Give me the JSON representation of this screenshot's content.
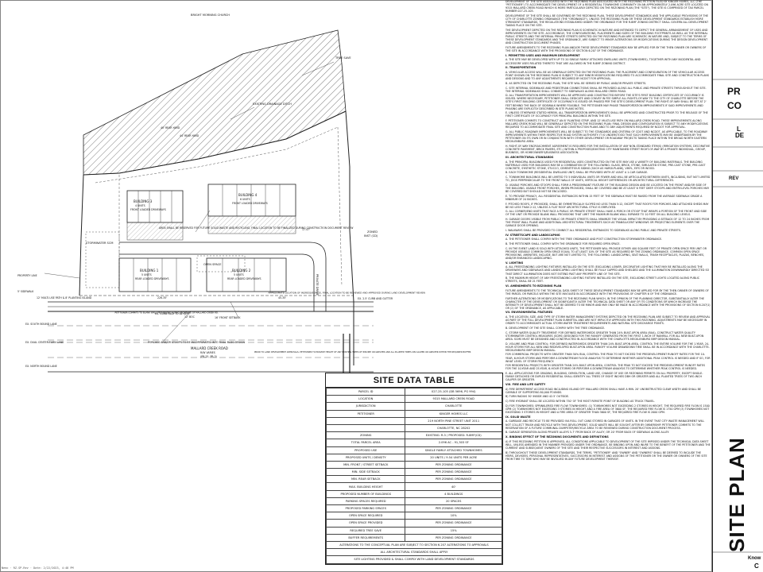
{
  "plan": {
    "buildings": [
      {
        "name": "BUILDING 4",
        "units": "6 UNITS",
        "type": "FRONT LOADED DRIVEWAYS"
      },
      {
        "name": "BUILDING 3",
        "units": "4 UNITS",
        "type": "FRONT LOADED DRIVEWAYS"
      },
      {
        "name": "BUILDING 1",
        "units": "5 UNITS",
        "type": "REAR LOADED DRIVEWAYS"
      },
      {
        "name": "BUILDING 2",
        "units": "5 UNITS",
        "type": "REAR LOADED DRIVEWAYS"
      }
    ],
    "labels": {
      "open_space": "OPEN SPACE",
      "stormwater": "STORMWATER SCM",
      "tree_save": "TREE SAVE",
      "existing_drainage": "EXISTING DRAINAGE DITCH",
      "rear_yard_40": "40' REAR YARD",
      "rear_yard_44": "44' REAR YARD",
      "private_drive": "PRIVATE DRIVE",
      "front_setback": "16' FRONT SETBACK",
      "property_line": "PROPERTY LINE",
      "zoned": "ZONED",
      "zoned_code": "INST (CD)",
      "sidewalk": "5' SIDEWALK",
      "planting_strip": "12' MULTI-USE PATH & 8' PLANTING ISLAND",
      "curb_gutter": "EX. 2.5' CURB AND GUTTER",
      "road_name": "MALLARD CREEK ROAD",
      "road_row": "R/W VARIES",
      "road_zone": "(PR-25, PR-3)",
      "south_lane": "EX. SOUTH BOUND LANE",
      "center_lane": "EX. DUAL CENTER TURN LANE",
      "north_lane": "EX. NORTH BOUND LANE",
      "area_reserved": "AREA SHALL BE RESERVED FOR FUTURE SOLID WASTE AND RECYCLING, FINAL LOCATION TO BE FINALIZED DURING CONSTRUCTION DOCUMENT REVIEW",
      "church": "BRIGHT MORNING CHURCH",
      "landscape_note": "PRIOR TO LAND DEVELOPMENT APPROVALS, PETITIONER TO PROVIDE HEIGHT OF ANY EXISTING TREES OF 8IN DBH OR GREATER AND ALL PLANTED TREES 2IN CALIPER OR GREATER WITHIN THE REQUIRED BUFFER",
      "porches": "PORCHES AND/OR STOOPS TO BE INCORPORATED INTO FINAL BLDG DESIGN",
      "approximate_access": "APPROXIMATE LOCATION OF INGRESS/EGRESS, FINAL LOCATION TO BE REVIEWED AND APPROVED DURING LAND DEVELOPMENT REVIEW",
      "screen_wall": "PETITIONER COMMITS TO BLANK WALL PROVISIONS ALONG FRONTAGE OF MALLARD CREEK RD.",
      "dim_1": "226.35'",
      "dim_2": "45.35'",
      "dim_3": "17.47'",
      "curb_dim": "EX. CURB FACE TO BE KEPT",
      "new_curb": "12' BOC"
    }
  },
  "site_data_table": {
    "title": "SITE DATA TABLE",
    "rows": [
      [
        "PARCEL ID",
        "027-25-105 (DB 5696, PG 994)"
      ],
      [
        "LOCATION",
        "9315 MALLARD CREEK ROAD"
      ],
      [
        "JURISDICTION",
        "CHARLOTTE"
      ],
      [
        "PETITIONER",
        "KINGER HOMES LLC"
      ],
      [
        "",
        "219 NORTH PINE STREET UNIT 2011"
      ],
      [
        "",
        "CHARLOTTE, NC 28202"
      ],
      [
        "ZONING",
        "EXISTING: R-3 / PROPOSED: R-8MF(CD)"
      ],
      [
        "TOTAL PARCEL AREA",
        "2.096 AC - 91,303 SF"
      ],
      [
        "PROPOSED USE",
        "SINGLE FAMILY ATTACHED TOWNHOMES"
      ],
      [
        "PROPOSED UNITS / DENSITY",
        "20 UNITS / 9.54 UNITS PER ACRE"
      ],
      [
        "MIN. FRONT / STREET SETBACK",
        "PER ZONING ORDINANCE"
      ],
      [
        "MIN. SIDE SETBACK",
        "PER ZONING ORDINANCE"
      ],
      [
        "MIN. REAR SETBACK",
        "PER ZONING ORDINANCE"
      ],
      [
        "MAX. BUILDING HEIGHT",
        "40'"
      ],
      [
        "PROPOSED NUMBER OF BUILDINGS",
        "4 BUILDINGS"
      ],
      [
        "PARKING SPACES REQUIRED",
        "20 SPACES"
      ],
      [
        "PROPOSED PARKING SPACES",
        "PER ZONING ORDINANCE"
      ],
      [
        "OPEN SPACE REQUIRED",
        "10%"
      ],
      [
        "OPEN SPACE PROVIDED",
        "PER ZONING ORDINANCE"
      ],
      [
        "REQUIRED TREE SAVE",
        "15%"
      ],
      [
        "BUFFER REQUIREMENTS",
        "PER ZONING ORDINANCE"
      ]
    ],
    "footer": [
      "ALTERATIONS TO THE CONCEPTUAL PLAN ARE SUBJECT TO SECTION 6.207 ALTERATIONS TO APPROVALS",
      "ALL ARCHITECTURAL STANDARDS SHALL APPLY",
      "SITE LIGHTING PROVIDED & SHALL COMPLY WITH LAND DEVELOPMENT STANDARDS"
    ]
  },
  "notes": {
    "intro": "DEVELOPMENT OF THE SITE ASSOCIATED WITH THE REZONING PLAN ASSOCIATED WITH THE REZONING PETITION FILED BY KINGER HOMES, LLC (THE \"PETITIONER\") TO ACCOMMODATE THE DEVELOPMENT OF A RESIDENTIAL TOWNHOME COMMUNITY ON AN APPROXIMATELY 2.096 ACRE SITE LOCATED ON 9315 MALLARD CREEK ROAD WHICH IS MORE PARTICULARLY DEPICTED ON THE REZONING PLAN (THE \"SITE\"). THE SITE IS COMPRISED OF TAX PARCEL NUMBER 027-25-105.",
    "sections": [
      {
        "head": "",
        "text": "DEVELOPMENT OF THE SITE SHALL BE GOVERNED BY THE REZONING PLAN, THESE DEVELOPMENT STANDARDS AND THE APPLICABLE PROVISIONS OF THE CITY OF CHARLOTTE ZONING ORDINANCE (THE \"ORDINANCE\"). UNLESS THE REZONING PLAN OR THESE DEVELOPMENT STANDARDS ESTABLISH MORE STRINGENT STANDARDS, THE REGULATIONS ESTABLISHED UNDER THE ORDINANCE FOR THE R-8MF ZONING DISTRICT SHALL GOVERN ALL DEVELOPMENT TAKING PLACE ON THE SITE."
      },
      {
        "head": "",
        "text": "THE DEVELOPMENT DEPICTED ON THE REZONING PLAN IS SCHEMATIC IN NATURE AND INTENDED TO DEPICT THE GENERAL ARRANGEMENT OF USES AND IMPROVEMENTS ON THE SITE. ACCORDINGLY, THE CONFIGURATIONS, PLACEMENTS AND SIZES OF THE BUILDING FOOTPRINTS AS WELL AS THE INTERNAL PUBLIC STREETS AND THE INTERNAL PRIVATE STREETS DEPICTED ON THE REZONING PLAN ARE SCHEMATIC IN NATURE AND, SUBJECT TO THE TERMS OF THESE DEVELOPMENT STANDARDS AND THE ORDINANCE, ARE SUBJECT TO MINOR ALTERATIONS OR MODIFICATIONS DURING THE DESIGN DEVELOPMENT AND CONSTRUCTION DOCUMENT PHASES."
      },
      {
        "head": "",
        "text": "FUTURE AMENDMENTS TO THE REZONING PLAN AND/OR THESE DEVELOPMENT STANDARDS MAY BE APPLIED FOR BY THE THEN OWNER OR OWNERS OF THE SITE IN ACCORDANCE WITH THE PROVISIONS OF SECTION 6.207 OF THE ORDINANCE."
      },
      {
        "head": "I. PERMITTED USES AND MAXIMUM DEVELOPMENT",
        "text": "A. THE SITE MAY BE DEVELOPED WITH UP TO 20 SINGLE FAMILY ATTACHED DWELLING UNITS (TOWNHOMES), TOGETHER WITH ANY INCIDENTAL AND ACCESSORY USES RELATED THERETO THAT ARE ALLOWED IN THE R-8MF ZONING DISTRICT."
      },
      {
        "head": "II. TRANSPORTATION",
        "text": "A. VEHICULAR ACCESS WILL BE AS GENERALLY DEPICTED ON THE REZONING PLAN. THE PLACEMENT AND CONFIGURATION OF THE VEHICULAR ACCESS POINT SHOWN ON THE REZONING PLAN IS SUBJECT TO ANY MINOR MODIFICATIONS REQUIRED TO ACCOMMODATE FINAL SITE AND CONSTRUCTION PLANS AND DESIGNS AND TO ANY ADJUSTMENTS REQUIRED BY NCDOT FOR APPROVAL."
      },
      {
        "head": "",
        "text": "B. AS DEPICTED ON THE REZONING PLAN, THE SITE WILL BE SERVED BY PUBLIC AND/OR PRIVATE STREETS."
      },
      {
        "head": "",
        "text": "C. SITE INTERNAL SIDEWALKS AND PEDESTRIAN CONNECTIONS SHALL BE PROVIDED ALONG ALL PUBLIC AND PRIVATE STREETS THROUGHOUT THE SITE. THE INTERNAL SIDEWALKS SHALL CONNECT TO SIDEWALKS ALONG MALLARD CREEK ROAD."
      },
      {
        "head": "",
        "text": "D. ALL TRANSPORTATION IMPROVEMENTS WILL BE APPROVED AND CONSTRUCTED BEFORE THE SITE'S FIRST BUILDING CERTIFICATE OF OCCUPANCY IS ISSUED. WHERE NECESSARY, PETITIONER SHALL DEDICATE AND CONVEY IN FEE SIMPLE ALL RIGHTS-OF-WAY TO THE CITY OF CHARLOTTE BEFORE THE SITE'S FIRST BUILDING CERTIFICATE OF OCCUPANCY IS ISSUED OR PHASED PER THE SITE'S DEVELOPMENT PLAN. THE RIGHT-OF-WAY SHALL BE SET AT 2' FEET BEHIND THE BACK OF SIDEWALK WHERE FEASIBLE. THE PETITIONER MAY PHASE TRANSPORTATION IMPROVEMENTS IF SAID IMPROVEMENTS AND PHASING ARE EXPLICITLY DESCRIBED IN SITE PLANS NOTES."
      },
      {
        "head": "",
        "text": "E. UNLESS OTHERWISE STATED HEREIN, ALL TRANSPORTATION IMPROVEMENTS SHALL BE APPROVED AND CONSTRUCTED PRIOR TO THE RELEASE OF THE FIRST CERTIFICATE OF OCCUPANCY FOR PRINCIPAL BUILDINGS WITHIN THE SITE."
      },
      {
        "head": "",
        "text": "F. PETITIONER COMMITS TO CONSTRUCT AN 8' PLANTING STRIP, AND 12' MULTI-USE PATH ON MALLARD CREEK ROAD. THESE IMPROVEMENTS ALONG MALLARD CREEK ROAD WILL BE GENERALLY DEPICTED ON THE REZONING PLAN; FINAL DESIGN AND CONFIGURATION IS SUBJECT TO ANY MODIFICATIONS REQUIRED TO ACCOMMODATE FINAL SITE AND CONSTRUCTION PLANS AND TO ANY ADJUSTMENTS REQUIRED BY NCDOT FOR APPROVAL."
      },
      {
        "head": "",
        "text": "G. ALL PUBLIC ROADWAY IMPROVEMENTS WILL BE SUBJECT TO THE STANDARDS AND CRITERIA OF CDOT AND NCDOT, AS APPLICABLE, TO THE ROADWAY IMPROVEMENTS WITHIN THEIR RESPECTIVE ROAD SYSTEM AUTHORITY. IT IS UNDERSTOOD THAT SUCH IMPROVEMENTS MAY BE UNDERTAKEN BY THE PETITIONER ON ITS OWN OR IN CONJUNCTION WITH OTHER DEVELOPMENT OR ROADWAY PROJECTS TAKING PLACE WITHIN THE BROAD NORTH EASTERN MECKLENBURG AREA."
      },
      {
        "head": "",
        "text": "H. RIGHT-OF-WAY ENCROACHMENT AGREEMENT IS REQUIRED FOR THE INSTALLATION OF ANY NON-STANDARD ITEM(S) (IRRIGATION SYSTEMS, DECORATIVE CONCRETE PAVEMENT, BRICK PAVERS, ETC.) WITHIN A PROPOSED/EXISTING CITY MAINTAINED STREET RIGHT-OF-WAY BY A PRIVATE INDIVIDUAL, GROUP, BUSINESS, OR HOMEOWNER'S/BUSINESS ASSOCIATION."
      },
      {
        "head": "III. ARCHITECTURAL STANDARDS",
        "text": "A. THE PRINCIPAL BUILDINGS USED FOR RESIDENTIAL USES CONSTRUCTED ON THE SITE MAY USE A VARIETY OF BUILDING MATERIALS. THE BUILDING MATERIALS USED FOR BUILDINGS MAY BE A COMBINATION OF THE FOLLOWING: GLASS, BRICK, STONE, SIMULATED STONE, PRE-CAST STONE, PRE-CAST CONCRETE, SYNTHETIC STONE, STUCCO, CEMENTITIOUS SIDING (SUCH AS HARDI-PLANK), VINYL, EIFS OR WOOD."
      },
      {
        "head": "",
        "text": "B. EACH TOWNHOME (RESIDENTIAL DWELLING UNIT) SHALL BE PROVIDED WITH AT LEAST A 1-CAR GARAGE."
      },
      {
        "head": "",
        "text": "C. TOWNHOME BUILDINGS WILL BE LIMITED TO 5 INDIVIDUAL UNITS OR FEWER AND WILL BE ARTICULATED BETWEEN UNITS, INCLUDING, BUT NOT LIMITED TO, JOGS PERPENDICULAR TO THE FRONT WALLS OF UNITS, VERTICAL HEIGHT DIFFERENCES OR ARCHITECTURAL DIFFERENCES."
      },
      {
        "head": "",
        "text": "D. USABLE PORCHES AND STOOPS SHALL FORM A PREDOMINANT FEATURE OF THE BUILDING DESIGN AND BE LOCATED ON THE FRONT AND/OR SIDE OF THE BUILDING. USABLE FRONT PORCHES, WHEN PROVIDED, SHALL BE COVERED AND BE AT LEAST 6 FEET DEEP. STOOPS AND ENTRY-LEVEL PORCHES MAY BE COVERED BUT SHOULD NOT BE ENCLOSED."
      },
      {
        "head": "",
        "text": "E. TO PROVIDE PRIVACY, ALL RESIDENTIAL ENTRANCES WITHIN 15 FEET OF THE SIDEWALK MUST BE RAISED FROM THE AVERAGE SIDEWALK GRADE A MINIMUM OF 24 INCHES."
      },
      {
        "head": "",
        "text": "F. PITCHED ROOFS, IF PROVIDED, SHALL BE SYMMETRICALLY SLOPED NO LESS THAN 5:12, EXCEPT THAT ROOFS FOR PORCHES AND ATTACHED SHEDS MAY BE NO LESS THAN 2:12, UNLESS A FLAT ROOF ARCHITECTURAL STYLE IS EMPLOYED."
      },
      {
        "head": "",
        "text": "G. ALL CORNER/END UNITS THAT FACE A PUBLIC OR PRIVATE STREET SHALL HAVE A PORCH OR STOOP THAT WRAPS A PORTION OF THE FRONT AND SIDE OF THE UNIT OR PROVIDE BLANK WALL PROVISIONS THAT LIMIT THE MAXIMUM BLANK WALL EXPANSE TO 10 FEET ON ALL BUILDING LEVELS."
      },
      {
        "head": "",
        "text": "H. GARAGE DOORS VISIBLE FROM PUBLIC OR PRIVATE STREETS SHALL MINIMIZE THE VISUAL IMPACT BY PROVIDING A SETBACK OF 12 TO 24 INCHES FROM THE FRONT WALL PLANE AND ADDITIONAL ARCHITECTURAL TREATMENTS SUCH AS TRANSLUCENT WINDOWS OR PROJECTING ELEMENTS OVER THE GARAGE DOOR OPENING."
      },
      {
        "head": "",
        "text": "I. WALKWAYS SHALL BE PROVIDED TO CONNECT ALL RESIDENTIAL ENTRANCES TO SIDEWALKS ALONG PUBLIC AND PRIVATE STREETS."
      },
      {
        "head": "IV. STREETSCAPE AND LANDSCAPING",
        "text": "A. THE PETITIONER SHALL COMPLY WITH THE TREE ORDINANCE AND POST CONSTRUCTION STORMWATER ORDINANCE."
      },
      {
        "head": "",
        "text": "B. THE PETITIONER SHALL COMPLY WITH THE ORDINANCE FOR REQUIRED OPEN SPACE."
      },
      {
        "head": "",
        "text": "C. IN THE EVENT LAND IS SOLD WITH ATTACHED UNITS, THE PETITIONER WILL PROVIDE EITHER 400 SQUARE FEET OF PRIVATE OPEN SPACE PER UNIT OR PROVIDE USEABLE COMMON OPEN SPACE EQUAL TO AT LEAST 10% OF THE SITE AS REQUIRED BY THE ZONING ORDINANCE. COMMON OPEN SPACE PROVISIONS, AMENITIES, INCLUDE, BUT ARE NOT LIMITED TO, THE FOLLOWING: LANDSCAPING, SEAT WALLS, TRASH RECEPTACLES, PLAZAS, BENCHES, AND/OR ENHANCED LANDSCAPING."
      },
      {
        "head": "V. LIGHTING",
        "text": "A. ALL FREESTANDING LIGHTING FIXTURES INSTALLED ON THE SITE (EXCLUDING LOWER, DECORATIVE LIGHTING THAT MAY BE INSTALLED ALONG THE DRIVEWAYS AND SIDEWALKS AND LANDSCAPING LIGHTING) SHALL BE FULLY CAPPED AND SHIELDED AND THE ILLUMINATION DOWNWARDLY DIRECTED SO THAT DIRECT ILLUMINATION DOES NOT EXTEND PAST ANY PROPERTY LINE OF THE SITE."
      },
      {
        "head": "",
        "text": "B. THE MAXIMUM HEIGHT OF ANY FREESTANDING LIGHTING FIXTURE INSTALLED ON THE SITE, EXCLUDING STREET LIGHTS LOCATED ALONG PUBLIC STREETS, SHALL BE 21 FEET."
      },
      {
        "head": "VI. AMENDMENTS TO REZONING PLAN",
        "text": "FUTURE AMENDMENTS TO THE TECHNICAL DATA SHEET OF THESE DEVELOPMENT STANDARDS MAY BE APPLIED FOR BY THE THEN OWNER OF OWNERS OF THE PARCEL OR PARCELS WITHIN THE SITE INVOLVED IN ACCORDANCE WITH THE PROVISIONS OF CHAPTER 6 OF THE ORDINANCE."
      },
      {
        "head": "",
        "text": "FURTHER ALTERATIONS OR MODIFICATIONS TO THE REZONING PLAN WHICH, IN THE OPINION OF THE PLANNING DIRECTOR, SUBSTANTIALLY ALTER THE CHARACTER OF THE DEVELOPMENT OR SIGNIFICANTLY ALTER THE TECHNICAL DATA SHEET OR ANY OF ITS CONDITIONS OR WHICH INCREASE THE INTENSITY OF DEVELOPMENT SHALL NOT BE DEEMED TO BE MINOR AND MAY ONLY BE MADE IN ACCORDANCE WITH THE PROVISIONS OF SECTION 6.207(1) OR (2) OF THE ORDINANCE, AS APPLICABLE."
      },
      {
        "head": "VII. ENVIRONMENTAL FEATURES",
        "text": "A. THE LOCATION, SIZE, AND TYPE OF STORM WATER MANAGEMENT SYSTEMS DEPICTED ON THE REZONING PLAN ARE SUBJECT TO REVIEW AND APPROVAL AS PART OF THE FULL DEVELOPMENT PLAN SUBMITTAL AND ARE NOT IMPLICITLY APPROVED WITH THIS REZONING. ADJUSTMENTS MAY BE NECESSARY IN ORDER TO ACCOMMODATE ACTUAL STORM WATER TREATMENT REQUIREMENTS AND NATURAL SITE DISCHARGE POINTS."
      },
      {
        "head": "",
        "text": "B. DEVELOPMENT OF THE SITE SHALL COMPLY WITH THE TREE ORDINANCE."
      },
      {
        "head": "",
        "text": "C. STORM WATER QUALITY TREATMENT: FOR DEFINED WATERSHEDS GREATER THAN 24% BUILT-UPON AREA (BUA), CONSTRUCT WATER QUALITY STORMWATER CONTROL MEASURES (SCMS) DESIGNED FOR THE RUNOFF GENERATED FROM THE FIRST 1-INCH OF RAINFALL FOR ALL NEW BUILT-UPON AREA. SCMS MUST BE DESIGNED AND CONSTRUCTED IN ACCORDANCE WITH THE CHARLOTTE-MECKLENBURG BMP DESIGN MANUAL."
      },
      {
        "head": "",
        "text": "D. VOLUME AND PEAK CONTROL: FOR DEFINED WATERSHEDS GREATER THAN 24% BUILT-UPON AREA, CONTROL THE ENTIRE VOLUME FOR THE 1-YEAR, 24-HOUR STORM FOR ALL NEW AND REDEVELOPED BUILT-UPON AREA. RUNOFF VOLUME DRAWDOWN TIME SHALL BE IN ACCORDANCE WITH THE CHARLOTTE-MECKLENBURG BMP DESIGN MANUAL."
      },
      {
        "head": "",
        "text": "FOR COMMERCIAL PROJECTS WITH GREATER THAN 50% BUA, CONTROL THE PEAK TO NOT EXCEED THE PREDEVELOPMENT RUNOFF RATES FOR THE 10-YEAR, 6-HOUR STORM AND PERFORM A DOWNSTREAM FLOOD ANALYSIS TO DETERMINE WHETHER ADDITIONAL PEAK CONTROL IS NEEDED AND IF SO, FOR WHAT LEVEL OF STORM FREQUENCY."
      },
      {
        "head": "",
        "text": "FOR RESIDENTIAL PROJECTS WITH GREATER THAN 24% BUILT-UPON AREA, CONTROL THE PEAK TO NOT EXCEED THE PREDEVELOPMENT RUNOFF RATES FOR THE 10-YEAR AND 25-YEAR, 6-HOUR STORMS OR PERFORM A DOWNSTREAM ANALYSIS TO DETERMINE WHETHER PEAK CONTROL IS NEEDED."
      },
      {
        "head": "",
        "text": "E. ALL APPLICATIONS FOR GRADING, BUILDING, DEMOLITION, LAND USE, CHANGE OF USE OR REZONING PERMITS ON ALL PROPERTY, EXCEPT SINGLE-FAMILY DETACHED OR DUPLEX RESIDENTIAL SHALL IDENTIFY ALL TREES OF EIGHT INCHES DBH OR GREATER AND ALL PLANTED TREES OF TWO-INCH CALIPER OR GREATER."
      },
      {
        "head": "VIII. FIRE AND LIFE SAFETY",
        "text": "A) FIRE DEPARTMENT ACCESS ROAD INCLUDING ISLAND OFF MALLARD CREEK SHALL HAVE A MIN. 20' UNOBSTRUCTED CLEAR WIDTH AND SHALL BE CAPABLE OF SUPPORTING 80,000 POUNDS."
      },
      {
        "head": "",
        "text": "B) TURN RADIUS 30' INSIDE AND 42.5' OUTSIDE."
      },
      {
        "head": "",
        "text": "C) FIRE HYDRANT SHALL BE LOCATED WITHIN 750' OF THE MOST REMOTE POINT OF BUILDING AS TRUCK TRAVEL."
      },
      {
        "head": "",
        "text": "D) FOR TOWNHOMES: SPRINKLERED FIRE FLOW TOWNHOMES: (1) TOWNHOMES NOT EXCEEDING 2 STORIES IN HEIGHT, THE REQUIRED FIRE FLOW IS 1500 GPM (2) TOWNHOMES NOT EXCEEDING 3 STORIES IN HEIGHT AND A FIRE AREA OF 3600 SF, THE REQUIRED FIRE FLOW IS 1750 GPM (3) TOWNHOMES NOT EXCEEDING 3 STORIES IN HEIGHT AND A FIRE AREA OF GREATER THAN 3600 SF, THE REQUIRED FIRE FLOW IS 2000 GPM."
      },
      {
        "head": "IX. SOLID WASTE",
        "text": "A. GARBAGE AND RECYCLE TO BE PROVIDED VIA ROLL OUT CANS STORED IN GARAGES OF UNITS. IN THE EVENT THAT CITY WASTE MANAGEMENT WILL NOT COLLECT TRASH AND RECYCLE WITH THIS DEVELOPMENT, SOLID WASTE WILL BE SOUGHT AFTER BY OWNERSHIP. PETITIONER COMMITS TO THE RESERVATION OF A FUTURE COMMUNAL DUMPSTER/RECYCLE AREA TO BE REVIEWED DURING CONSTRUCTION DOCUMENT PROCESS."
      },
      {
        "head": "",
        "text": "B. GARAGE SEPARATION ALONG PRIVATE ALLEYS 5-7' FROM BACK OF ALLEY, OR 20' FROM BACK OF SIDEWALK ALONG ALLEY."
      },
      {
        "head": "X. BINDING EFFECT OF THE REZONING DOCUMENTS AND DEFINITIONS",
        "text": "A) IF THIS REZONING PETITION IS APPROVED, ALL CONDITIONS APPLICABLE TO DEVELOPMENT OF THE SITE IMPOSED UNDER THE TECHNICAL DATA SHEET WILL, UNLESS AMENDED IN THE MANNER PROVIDED UNDER THE ORDINANCE, BE BINDING UPON AND INURE TO THE BENEFIT OF THE PETITIONER AND THE CURRENT AND SUBSEQUENT OWNERS OF THE SITE AND THEIR RESPECTIVE SUCCESSORS IN INTEREST AND ASSIGNS."
      },
      {
        "head": "",
        "text": "B) THROUGHOUT THESE DEVELOPMENT STANDARDS, THE TERMS, \"PETITIONER\" AND \"OWNER\" AND \"OWNERS\" SHALL BE DEEMED TO INCLUDE THE HEIRS, DEVISEES, PERSONAL REPRESENTATIVES, SUCCESSORS IN INTEREST AND ASSIGNS OF THE PETITIONER OR THE OWNER OR OWNERS OF THE SITE FROM TIME TO TIME WHO MAY BE INVOLVED IN ANY FUTURE DEVELOPMENT THEREOF."
      }
    ]
  },
  "title_block": {
    "sheet_title": "SITE PLAN",
    "frag_pr": "PR",
    "frag_co": "CO",
    "frag_l": "L",
    "frag_de": "DE",
    "frag_rev": "REV",
    "frag_know": "Know",
    "frag_c": "C"
  },
  "stamp": "Nemc · RZ-SP-Rev · Date: 2/22/2023, 4:48 PM"
}
